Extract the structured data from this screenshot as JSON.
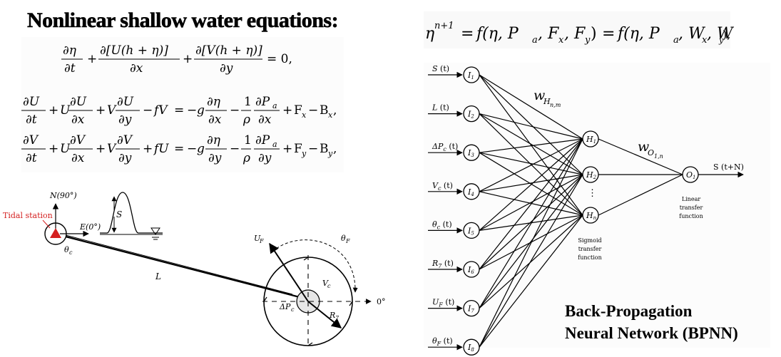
{
  "heading": "Nonlinear shallow water equations:",
  "equations": {
    "continuity": {
      "t1_num": "∂η",
      "t1_den": "∂t",
      "t2_num": "∂[U(h + η)]",
      "t2_den": "∂x",
      "t3_num": "∂[V(h + η)]",
      "t3_den": "∂y",
      "rhs": "= 0,"
    },
    "momentum_x": {
      "a_num": "∂U",
      "a_den": "∂t",
      "b_pre": "U",
      "b_num": "∂U",
      "b_den": "∂x",
      "c_pre": "V",
      "c_num": "∂U",
      "c_den": "∂y",
      "d": "fV",
      "eq": "=",
      "e_pre": "g",
      "e_num": "∂η",
      "e_den": "∂x",
      "f_num": "1",
      "f_den": "ρ",
      "g_num": "∂P",
      "g_sub": "a",
      "g_den": "∂x",
      "tail": "F",
      "tail_sub": "x",
      "tail2": "B",
      "tail2_sub": "x"
    },
    "momentum_y": {
      "a_num": "∂V",
      "a_den": "∂t",
      "b_pre": "U",
      "b_num": "∂V",
      "b_den": "∂x",
      "c_pre": "V",
      "c_num": "∂V",
      "c_den": "∂y",
      "d": "fU",
      "eq": "=",
      "e_pre": "g",
      "e_num": "∂η",
      "e_den": "∂y",
      "f_num": "1",
      "f_den": "ρ",
      "g_num": "∂P",
      "g_sub": "a",
      "g_den": "∂y",
      "tail": "F",
      "tail_sub": "y",
      "tail2": "B",
      "tail2_sub": "y"
    }
  },
  "function_formula": {
    "eta": "η",
    "sup": "n+1",
    "expr1": "f(η, P",
    "p_sub": "a",
    "expr1b": ", F",
    "fx_sub": "x",
    "expr1c": ", F",
    "fy_sub": "y",
    "expr1d": ")",
    "expr2": "f(η, P",
    "expr2b": ", W",
    "wx_sub": "x",
    "expr2c": ", W",
    "wy_sub": "y",
    "expr2d": "),"
  },
  "geometry_diagram": {
    "north": "N(90°)",
    "east": "E(0°)",
    "tidal_station": "Tidal station",
    "surge": "S",
    "theta_c": "θ",
    "theta_c_sub": "c",
    "distance": "L",
    "uf": "U",
    "uf_sub": "F",
    "theta_f": "θ",
    "theta_f_sub": "F",
    "vc": "V",
    "vc_sub": "c",
    "dpc": "ΔP",
    "dpc_sub": "c",
    "r7": "R",
    "r7_sub": "7",
    "zero": "0°"
  },
  "network": {
    "inputs": [
      {
        "label": "S",
        "sub": "",
        "arg": "(t)",
        "node": "I",
        "node_sub": "1"
      },
      {
        "label": "L",
        "sub": "",
        "arg": "(t)",
        "node": "I",
        "node_sub": "2"
      },
      {
        "label": "ΔP",
        "sub": "c",
        "arg": "(t)",
        "node": "I",
        "node_sub": "3"
      },
      {
        "label": "V",
        "sub": "c",
        "arg": "(t)",
        "node": "I",
        "node_sub": "4"
      },
      {
        "label": "θ",
        "sub": "c",
        "arg": "(t)",
        "node": "I",
        "node_sub": "5"
      },
      {
        "label": "R",
        "sub": "7",
        "arg": "(t)",
        "node": "I",
        "node_sub": "6"
      },
      {
        "label": "U",
        "sub": "F",
        "arg": "(t)",
        "node": "I",
        "node_sub": "7"
      },
      {
        "label": "θ",
        "sub": "F",
        "arg": "(t)",
        "node": "I",
        "node_sub": "8"
      }
    ],
    "hidden": [
      {
        "node": "H",
        "node_sub": "1"
      },
      {
        "node": "H",
        "node_sub": "2"
      },
      {
        "node": "H",
        "node_sub": "n"
      }
    ],
    "hidden_dots": "⋮",
    "output": {
      "node": "O",
      "node_sub": "1",
      "label": "S (t+N)"
    },
    "weight_h": "w",
    "weight_h_sub": "H",
    "weight_h_subsub": "n,m",
    "weight_o": "w",
    "weight_o_sub": "O",
    "weight_o_subsub": "1,n",
    "sigmoid_lines": [
      "Sigmoid",
      "transfer",
      "function"
    ],
    "linear_lines": [
      "Linear",
      "transfer",
      "function"
    ],
    "title_lines": [
      "Back-Propagation",
      "Neural Network (BPNN)"
    ]
  }
}
